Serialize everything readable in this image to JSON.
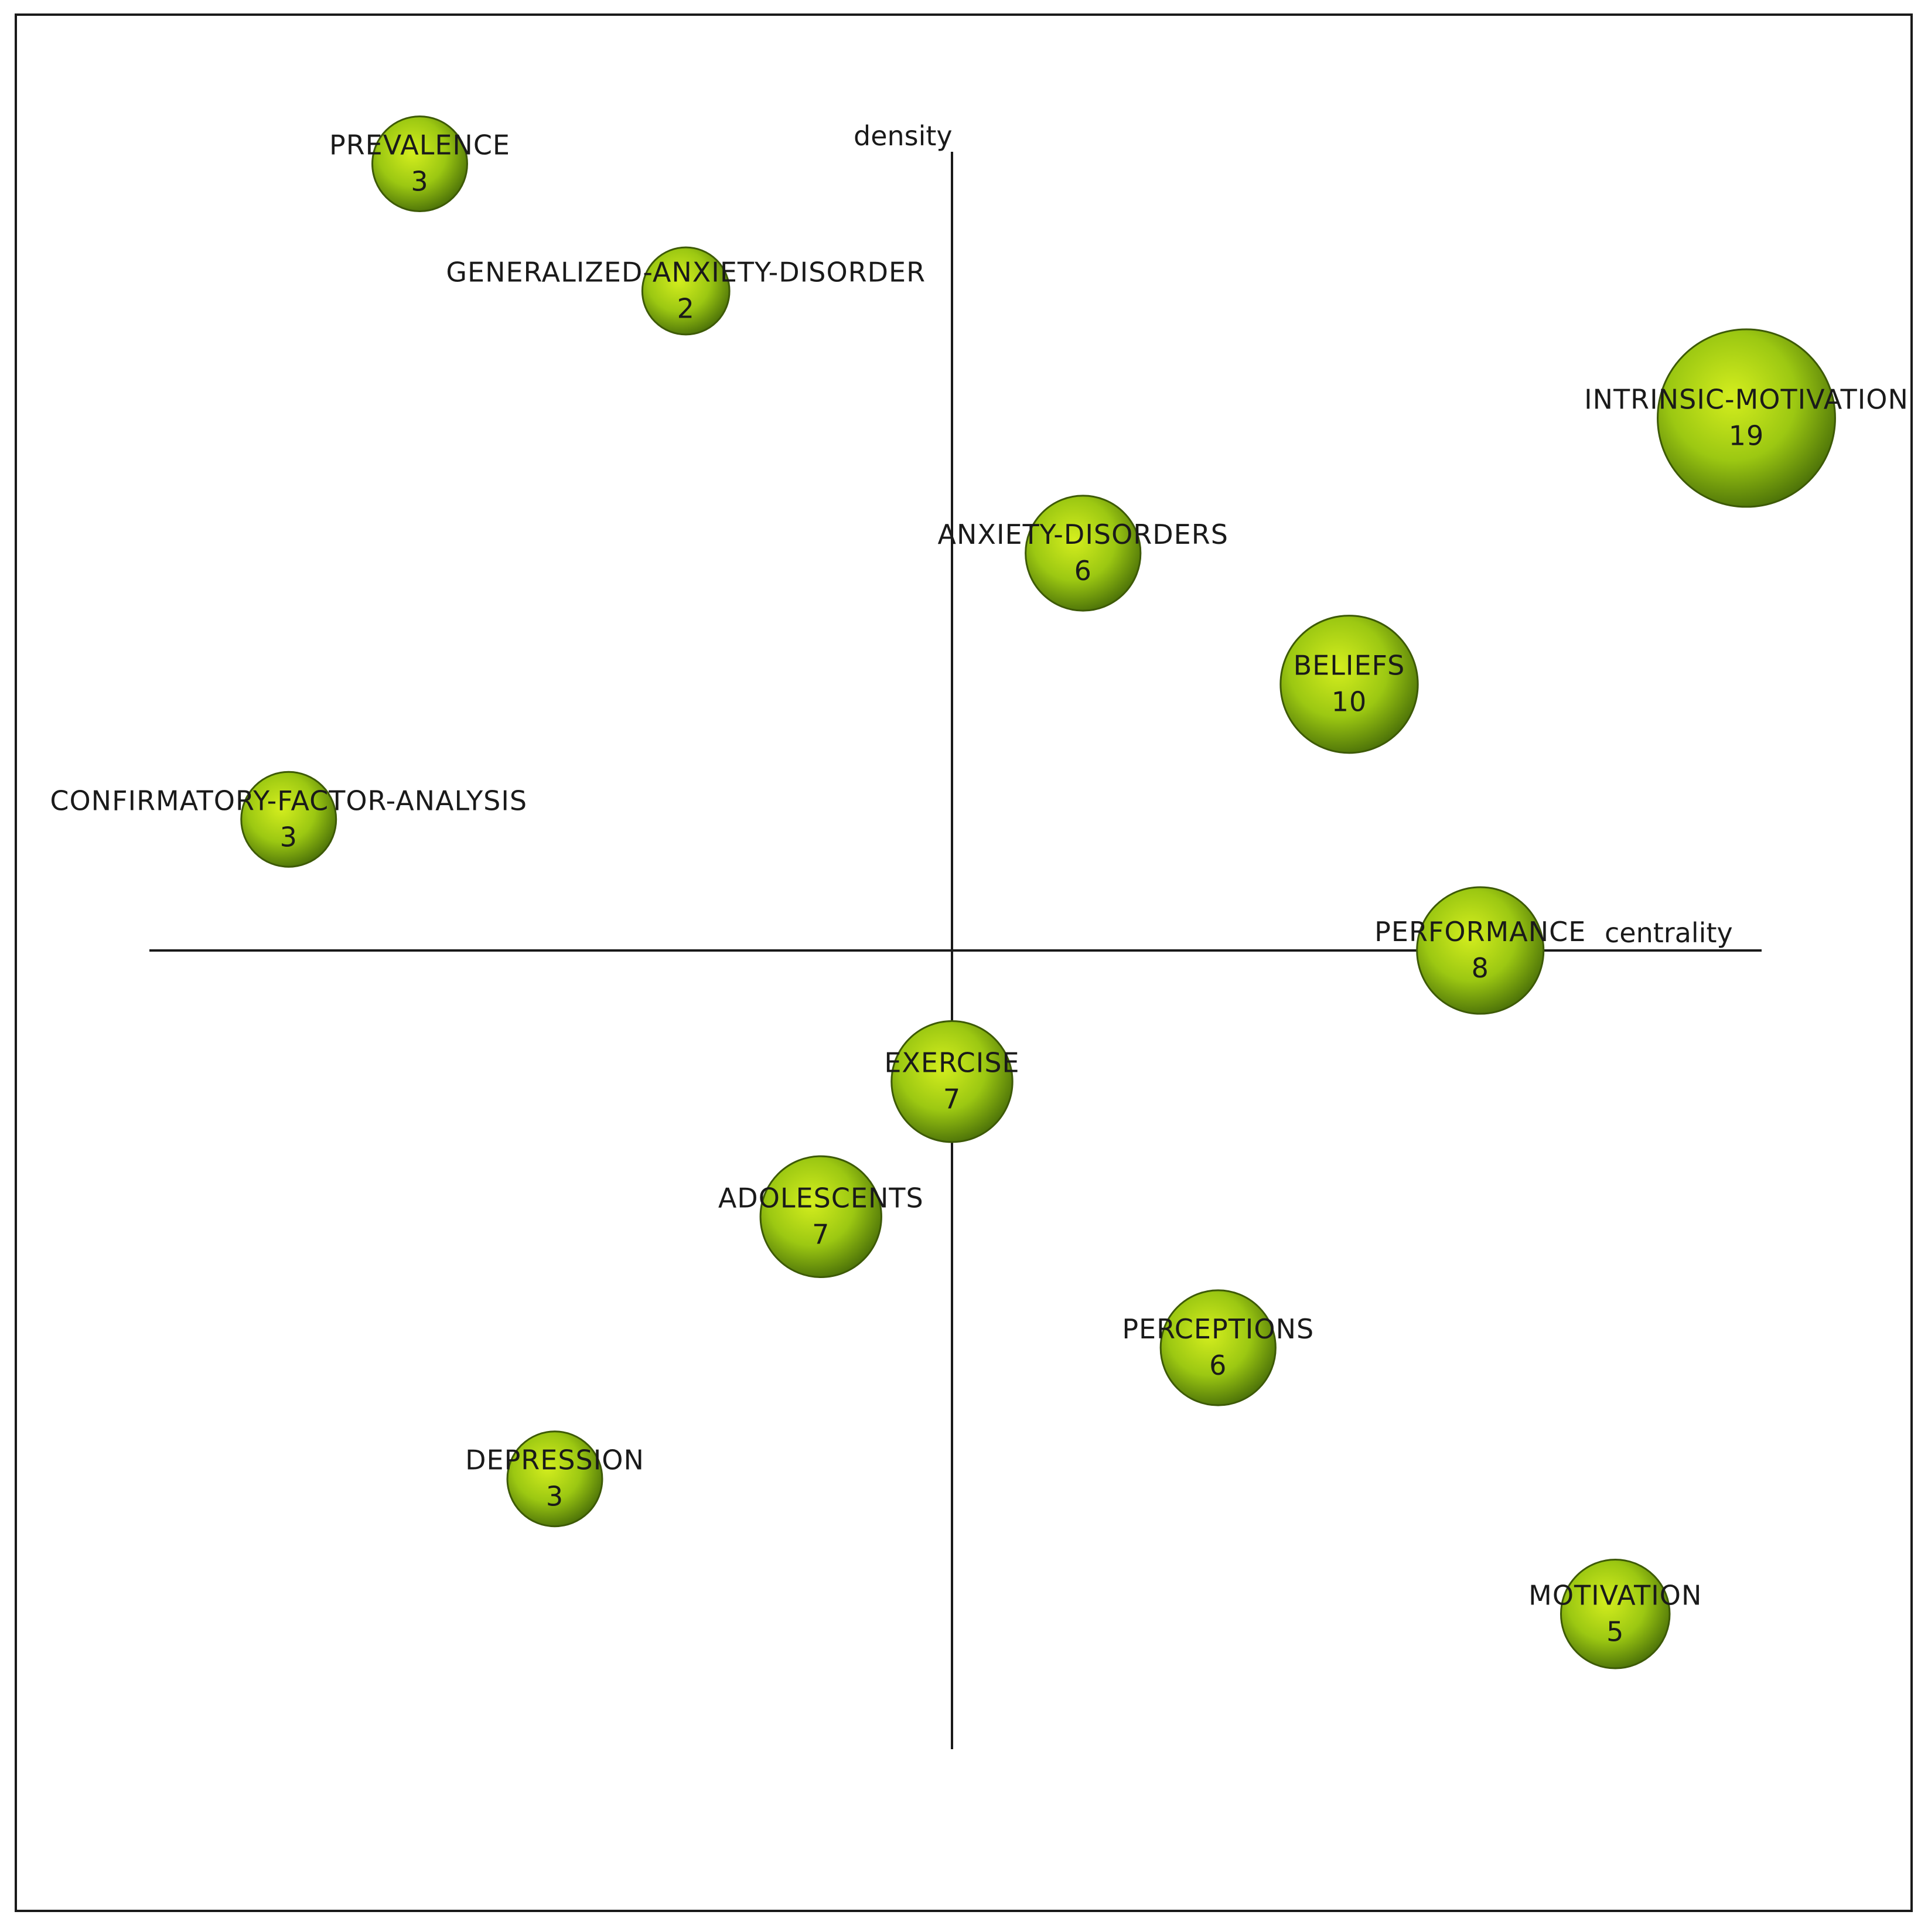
{
  "chart_data": {
    "type": "scatter",
    "title": "",
    "xlabel": "centrality",
    "ylabel": "density",
    "xlim": [
      -1,
      1
    ],
    "ylim": [
      -1,
      1
    ],
    "grid": false,
    "colors": {
      "bubble_light": "#d4ee1e",
      "bubble_mid": "#9cc812",
      "bubble_dark": "#4a7008",
      "bubble_edge": "#3d5a06",
      "axis": "#1a1a1a"
    },
    "points": [
      {
        "label": "PREVALENCE",
        "value": "3",
        "x": -0.67,
        "y": 0.99
      },
      {
        "label": "GENERALIZED-ANXIETY-DISORDER",
        "value": "2",
        "x": -0.335,
        "y": 0.83
      },
      {
        "label": "INTRINSIC-MOTIVATION",
        "value": "19",
        "x": 1.0,
        "y": 0.67
      },
      {
        "label": "ANXIETY-DISORDERS",
        "value": "6",
        "x": 0.165,
        "y": 0.5
      },
      {
        "label": "BELIEFS",
        "value": "10",
        "x": 0.5,
        "y": 0.335
      },
      {
        "label": "CONFIRMATORY-FACTOR-ANALYSIS",
        "value": "3",
        "x": -0.835,
        "y": 0.165
      },
      {
        "label": "PERFORMANCE",
        "value": "8",
        "x": 0.665,
        "y": 0.0
      },
      {
        "label": "EXERCISE",
        "value": "7",
        "x": 0.0,
        "y": -0.165
      },
      {
        "label": "ADOLESCENTS",
        "value": "7",
        "x": -0.165,
        "y": -0.335
      },
      {
        "label": "PERCEPTIONS",
        "value": "6",
        "x": 0.335,
        "y": -0.5
      },
      {
        "label": "DEPRESSION",
        "value": "3",
        "x": -0.5,
        "y": -0.665
      },
      {
        "label": "MOTIVATION",
        "value": "5",
        "x": 0.835,
        "y": -0.835
      }
    ]
  }
}
